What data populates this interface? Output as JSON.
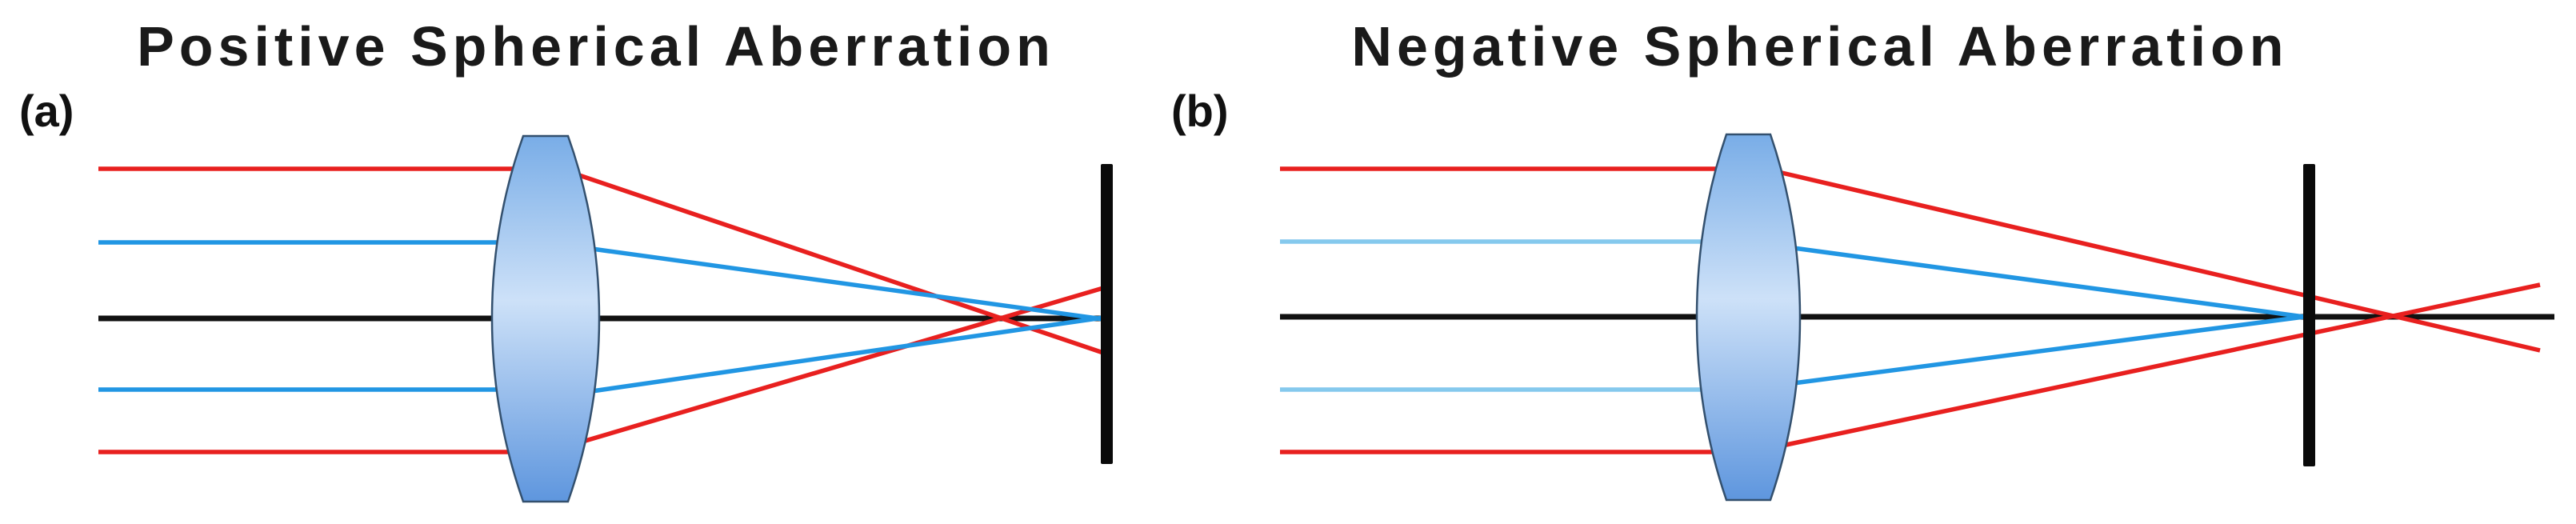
{
  "figure": {
    "panel_a": {
      "title": "Positive Spherical Aberration",
      "label": "(a)"
    },
    "panel_b": {
      "title": "Negative Spherical Aberration",
      "label": "(b)"
    }
  },
  "colors": {
    "marginal_ray_red": "#e8201f",
    "paraxial_ray_blue": "#2196e3",
    "paraxial_ray_light_blue": "#85c9ed",
    "optical_axis_black": "#111111",
    "screen_black": "#0a0a0a",
    "lens_outline": "#33506e",
    "lens_gradient_top": "#79ade7",
    "lens_gradient_middle": "#cde1f8",
    "lens_gradient_bottom": "#5e96de",
    "background": "#ffffff"
  }
}
